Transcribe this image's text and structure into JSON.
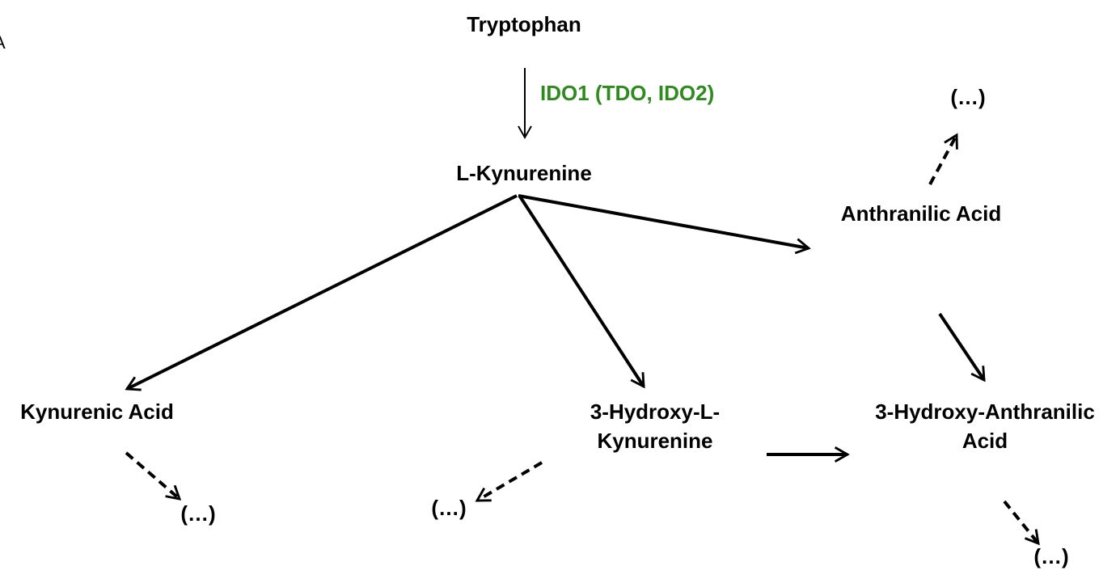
{
  "panel_label": "A",
  "colors": {
    "text": "#000000",
    "enzyme": "#2e8b1e",
    "arrow": "#000000"
  },
  "nodes": {
    "tryptophan": "Tryptophan",
    "l_kynurenine": "L-Kynurenine",
    "anthranilic_acid": "Anthranilic Acid",
    "kynurenic_acid": "Kynurenic Acid",
    "hydroxy_kynurenine_line1": "3-Hydroxy-L-",
    "hydroxy_kynurenine_line2": "Kynurenine",
    "hydroxy_anthranilic_line1": "3-Hydroxy-Anthranilic",
    "hydroxy_anthranilic_line2": "Acid",
    "ellipsis_anthranilic": "(…)",
    "ellipsis_kynurenic": "(…)",
    "ellipsis_hydroxy_kynurenine": "(…)",
    "ellipsis_hydroxy_anthranilic": "(…)"
  },
  "enzyme_label": "IDO1 (TDO, IDO2)"
}
